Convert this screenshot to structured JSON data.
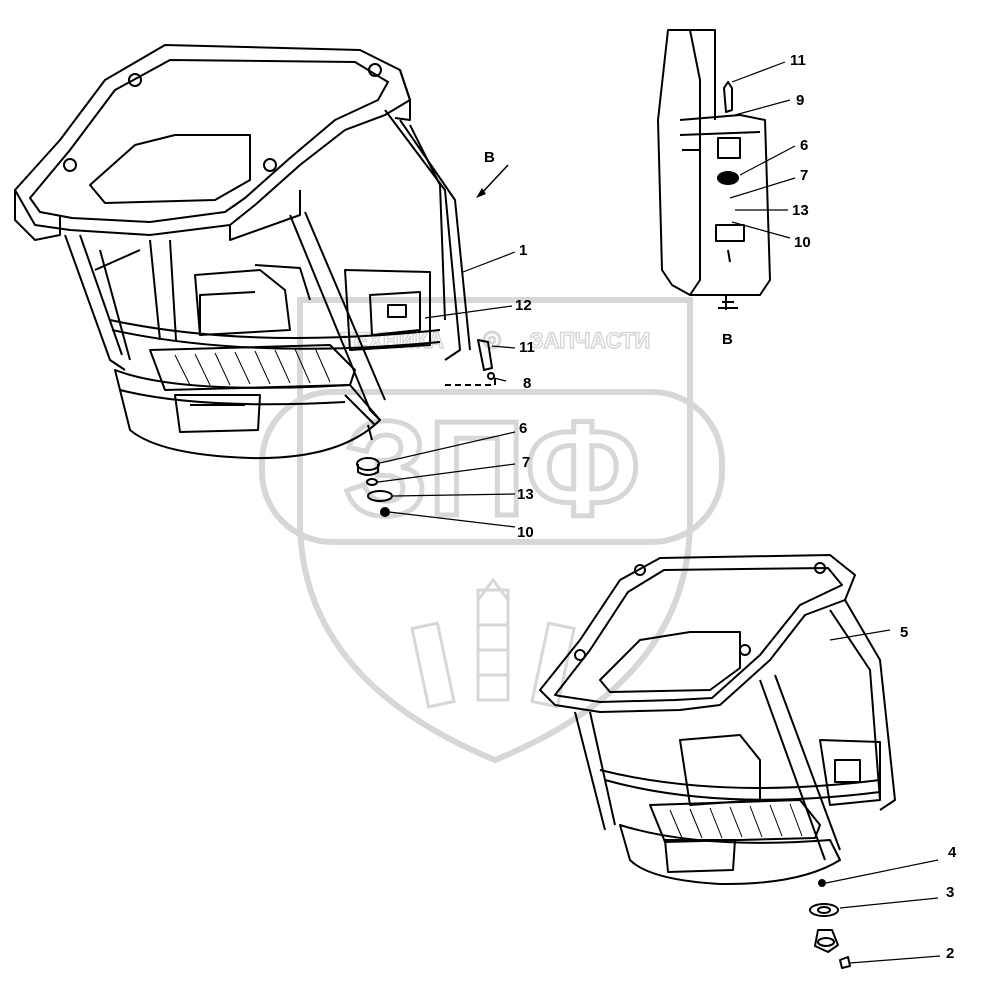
{
  "watermark": {
    "brand": "ЗПФ",
    "left_word": "ТЕХНИКА",
    "right_word": "ЗАПЧАСТИ",
    "color": "#b8b8b8"
  },
  "view_labels": {
    "arrow_label": "B",
    "detail_label": "B"
  },
  "callouts": {
    "main": [
      "1",
      "12",
      "11",
      "8",
      "6",
      "7",
      "13",
      "10"
    ],
    "detail": [
      "11",
      "9",
      "6",
      "7",
      "13",
      "10"
    ],
    "lower": [
      "5",
      "4",
      "3",
      "2"
    ]
  },
  "colors": {
    "line": "#000000",
    "watermark": "#b8b8b8"
  }
}
